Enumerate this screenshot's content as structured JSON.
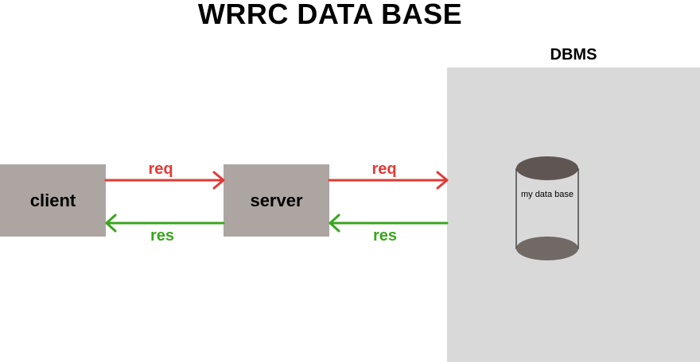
{
  "title": "WRRC DATA BASE",
  "dbms": {
    "label": "DBMS",
    "database_label": "my data base"
  },
  "nodes": {
    "client": "client",
    "server": "server"
  },
  "arrows": {
    "client_to_server_req": "req",
    "server_to_client_res": "res",
    "server_to_dbms_req": "req",
    "dbms_to_server_res": "res"
  },
  "colors": {
    "request": "#e53935",
    "response": "#3aa61f",
    "node_fill": "#ada5a2",
    "dbms_fill": "#d9d9d9",
    "cylinder_top": "#5f5654",
    "cylinder_bottom": "#716966"
  }
}
